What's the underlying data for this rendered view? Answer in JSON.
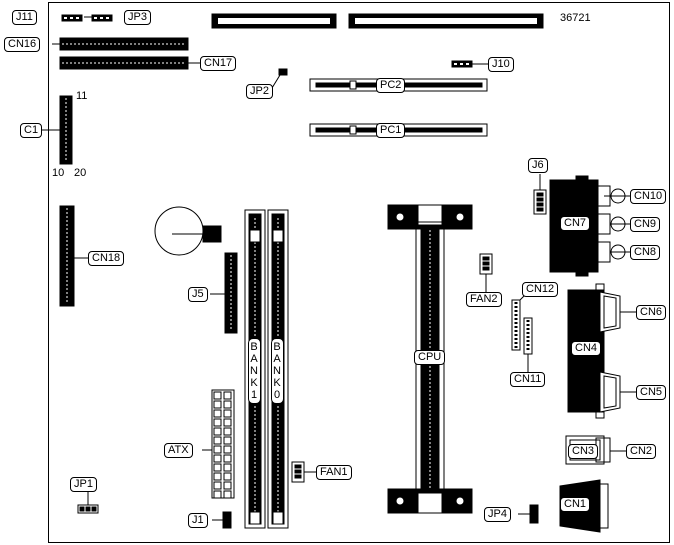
{
  "diagram": {
    "part_number": "36721",
    "labels": {
      "J11": "J11",
      "JP3": "JP3",
      "CN16": "CN16",
      "CN17": "CN17",
      "JP2": "JP2",
      "PC2": "PC2",
      "PC1": "PC1",
      "J10": "J10",
      "C1": "C1",
      "c1_pin_11": "11",
      "c1_pin_10": "10",
      "c1_pin_20": "20",
      "J6": "J6",
      "CN10": "CN10",
      "CN9": "CN9",
      "CN8": "CN8",
      "CN7": "CN7",
      "CN18": "CN18",
      "J5": "J5",
      "FAN2": "FAN2",
      "CN12": "CN12",
      "CN6": "CN6",
      "CN4": "CN4",
      "CN5": "CN5",
      "CN11": "CN11",
      "CPU": "CPU",
      "BANK1": "BANK1",
      "BANK0": "BANK0",
      "ATX": "ATX",
      "CN3": "CN3",
      "CN2": "CN2",
      "FAN1": "FAN1",
      "JP1": "JP1",
      "J1": "J1",
      "JP4": "JP4",
      "CN1": "CN1"
    }
  }
}
